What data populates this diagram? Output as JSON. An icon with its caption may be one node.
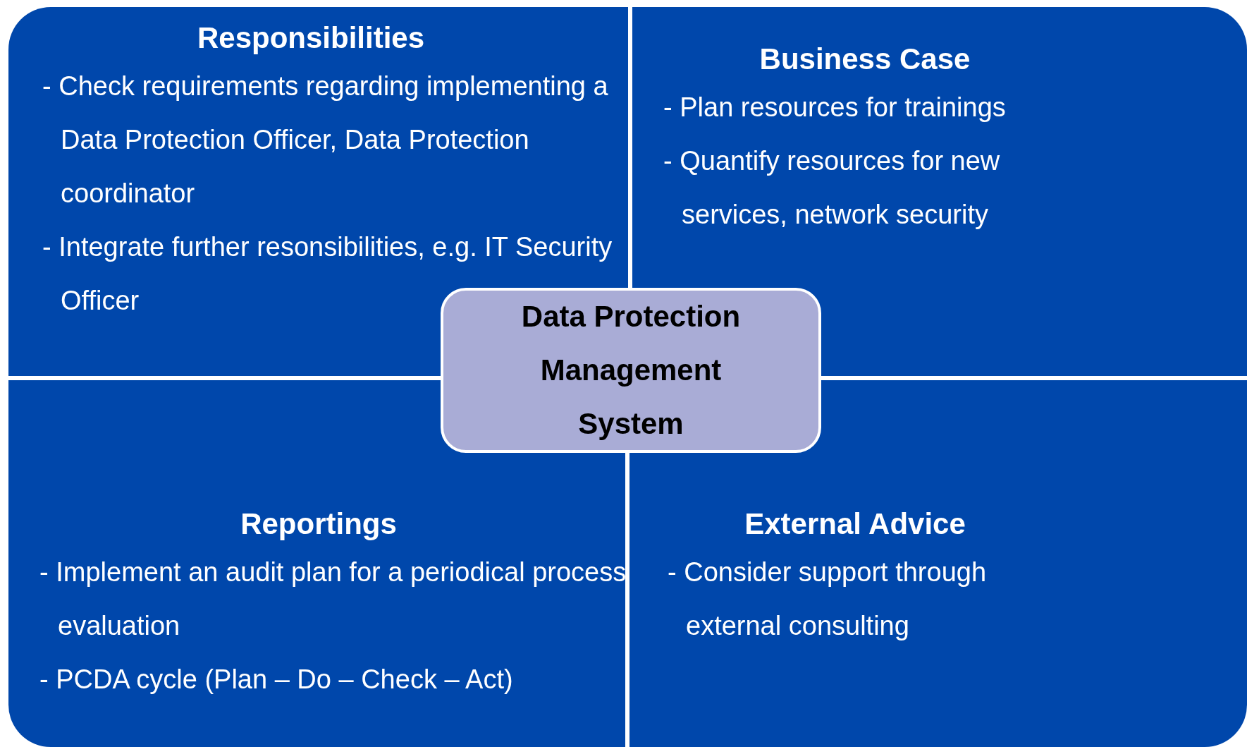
{
  "diagram": {
    "nodes": [
      {
        "text": [
          "Responsibilities",
          "- Check requirements regarding implementing a Data Protection Officer, Data Protection coordinator",
          "- Integrate further resonsibilities, e.g. IT Security Officer"
        ]
      },
      {
        "text": [
          "Business Case",
          "- Plan resources for trainings",
          "- Quantify resources for new services, network security"
        ]
      },
      {
        "text": [
          "Reportings",
          "- Implement an audit plan for a periodical process evaluation",
          "- PCDA cycle (Plan – Do – Check – Act)"
        ]
      },
      {
        "text": [
          "External Advice",
          "- Consider support through external consulting"
        ]
      },
      {
        "text": [
          "Data Protection Management System"
        ]
      }
    ]
  }
}
